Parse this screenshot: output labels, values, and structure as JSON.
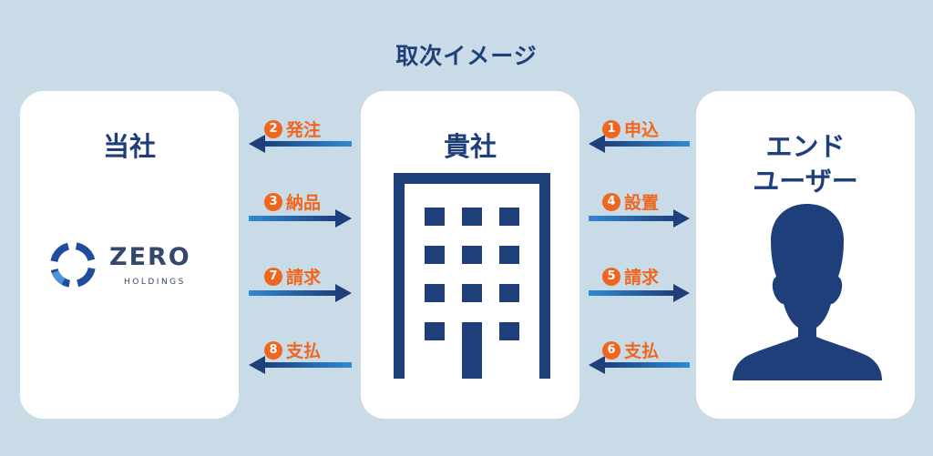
{
  "title": "取次イメージ",
  "cards": {
    "left": {
      "title": "当社",
      "logo_word": "ZERO",
      "logo_sub": "HOLDINGS"
    },
    "middle": {
      "title": "貴社"
    },
    "right": {
      "title_line1": "エンド",
      "title_line2": "ユーザー"
    }
  },
  "flows_left": [
    {
      "num": "2",
      "label": "発注",
      "direction": "left"
    },
    {
      "num": "3",
      "label": "納品",
      "direction": "right"
    },
    {
      "num": "7",
      "label": "請求",
      "direction": "right"
    },
    {
      "num": "8",
      "label": "支払",
      "direction": "left"
    }
  ],
  "flows_right": [
    {
      "num": "1",
      "label": "申込",
      "direction": "left"
    },
    {
      "num": "4",
      "label": "設置",
      "direction": "right"
    },
    {
      "num": "5",
      "label": "請求",
      "direction": "right"
    },
    {
      "num": "6",
      "label": "支払",
      "direction": "left"
    }
  ],
  "colors": {
    "background": "#c8dbe6",
    "navy": "#1e3f7a",
    "accent_orange": "#f0661e",
    "arrow_light": "#2f8ad4"
  }
}
